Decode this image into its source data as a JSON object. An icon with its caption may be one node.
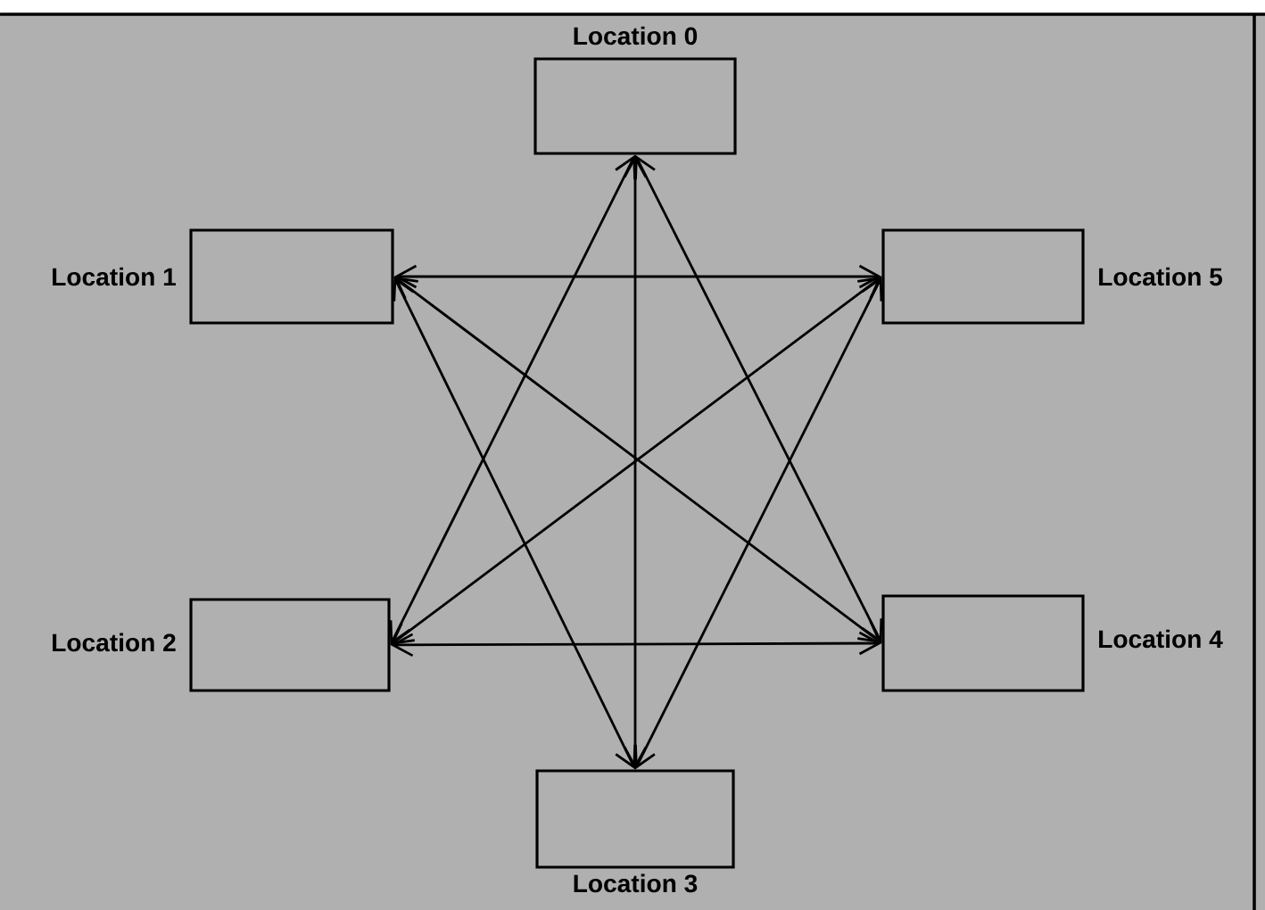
{
  "diagram": {
    "nodes": [
      {
        "text": [
          "Location 0"
        ]
      },
      {
        "text": [
          "Location 1"
        ]
      },
      {
        "text": [
          "Location 2"
        ]
      },
      {
        "text": [
          "Location 3"
        ]
      },
      {
        "text": [
          "Location 4"
        ]
      },
      {
        "text": [
          "Location 5"
        ]
      }
    ],
    "edges": [
      {
        "from": 1,
        "to": 5,
        "arrow": "both"
      },
      {
        "from": 2,
        "to": 4,
        "arrow": "both"
      },
      {
        "from": 0,
        "to": 3,
        "arrow": "both"
      },
      {
        "from": 0,
        "to": 2,
        "arrow": "both"
      },
      {
        "from": 0,
        "to": 4,
        "arrow": "both"
      },
      {
        "from": 1,
        "to": 3,
        "arrow": "both"
      },
      {
        "from": 1,
        "to": 4,
        "arrow": "both"
      },
      {
        "from": 5,
        "to": 2,
        "arrow": "both"
      },
      {
        "from": 5,
        "to": 3,
        "arrow": "both"
      }
    ]
  }
}
